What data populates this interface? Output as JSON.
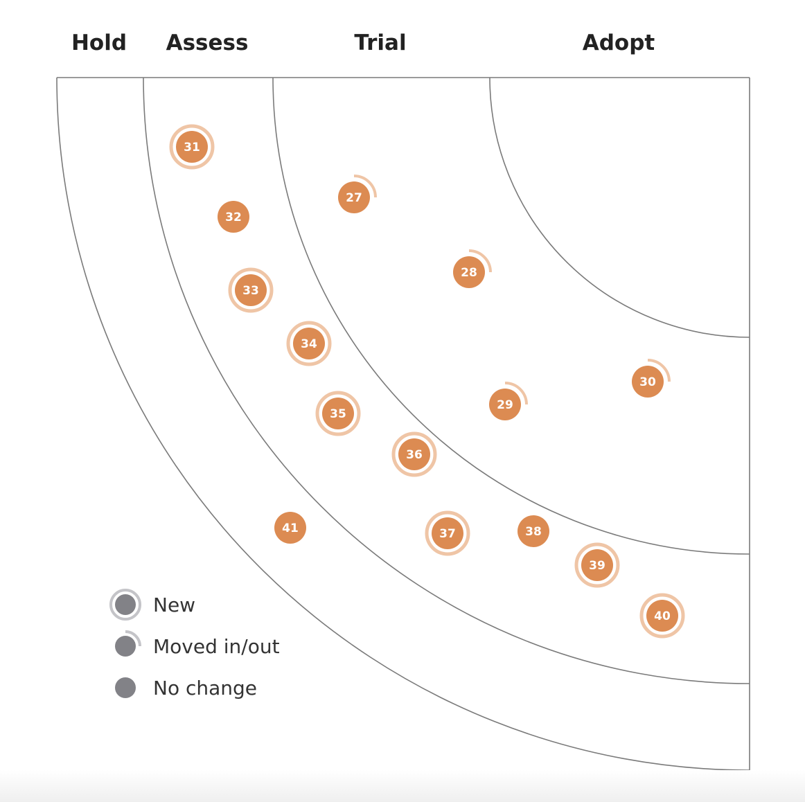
{
  "colors": {
    "blip": "#dc8b52",
    "blip_ring": "#efc5a6",
    "legend_dot": "#828287",
    "legend_ring": "#c4c4c8",
    "line": "#7a7a7a",
    "text": "#222222"
  },
  "rings": [
    {
      "id": "hold",
      "label": "Hold"
    },
    {
      "id": "assess",
      "label": "Assess"
    },
    {
      "id": "trial",
      "label": "Trial"
    },
    {
      "id": "adopt",
      "label": "Adopt"
    }
  ],
  "blips": [
    {
      "id": "27",
      "label": "27",
      "status": "moved",
      "ring": "Trial"
    },
    {
      "id": "28",
      "label": "28",
      "status": "moved",
      "ring": "Trial"
    },
    {
      "id": "29",
      "label": "29",
      "status": "moved",
      "ring": "Trial"
    },
    {
      "id": "30",
      "label": "30",
      "status": "moved",
      "ring": "Trial"
    },
    {
      "id": "31",
      "label": "31",
      "status": "new",
      "ring": "Assess"
    },
    {
      "id": "32",
      "label": "32",
      "status": "none",
      "ring": "Assess"
    },
    {
      "id": "33",
      "label": "33",
      "status": "new",
      "ring": "Assess"
    },
    {
      "id": "34",
      "label": "34",
      "status": "new",
      "ring": "Assess"
    },
    {
      "id": "35",
      "label": "35",
      "status": "new",
      "ring": "Assess"
    },
    {
      "id": "36",
      "label": "36",
      "status": "new",
      "ring": "Assess"
    },
    {
      "id": "37",
      "label": "37",
      "status": "new",
      "ring": "Assess"
    },
    {
      "id": "38",
      "label": "38",
      "status": "none",
      "ring": "Assess"
    },
    {
      "id": "39",
      "label": "39",
      "status": "new",
      "ring": "Assess"
    },
    {
      "id": "40",
      "label": "40",
      "status": "new",
      "ring": "Assess"
    },
    {
      "id": "41",
      "label": "41",
      "status": "none",
      "ring": "Hold"
    }
  ],
  "legend": [
    {
      "id": "new",
      "label": "New"
    },
    {
      "id": "moved",
      "label": "Moved in/out"
    },
    {
      "id": "none",
      "label": "No change"
    }
  ]
}
